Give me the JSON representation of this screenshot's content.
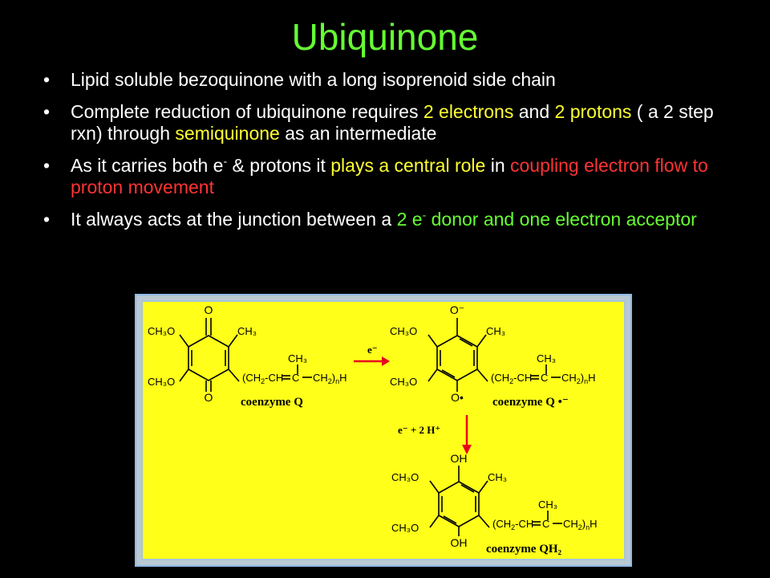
{
  "slide": {
    "title": "Ubiquinone",
    "bullets": [
      {
        "parts": [
          {
            "text": "Lipid soluble bezoquinone with a long isoprenoid side chain",
            "color": "white"
          }
        ]
      },
      {
        "parts": [
          {
            "text": "Complete reduction of ubiquinone requires ",
            "color": "white"
          },
          {
            "text": "2 electrons",
            "color": "yellow"
          },
          {
            "text": " and ",
            "color": "white"
          },
          {
            "text": "2 protons",
            "color": "yellow"
          },
          {
            "text": " ( a 2 step rxn) through ",
            "color": "white"
          },
          {
            "text": "semiquinone",
            "color": "yellow"
          },
          {
            "text": " as an intermediate",
            "color": "white"
          }
        ]
      },
      {
        "parts": [
          {
            "text": "As it carries both e",
            "color": "white"
          },
          {
            "text": "-",
            "color": "white",
            "sup": true
          },
          {
            "text": " & protons it ",
            "color": "white"
          },
          {
            "text": "plays a central role",
            "color": "yellow"
          },
          {
            "text": " in ",
            "color": "white"
          },
          {
            "text": "coupling electron flow to proton movement",
            "color": "red"
          }
        ]
      },
      {
        "parts": [
          {
            "text": "It always acts at the junction between a ",
            "color": "white"
          },
          {
            "text": "2 e",
            "color": "green"
          },
          {
            "text": "-",
            "color": "green",
            "sup": true
          },
          {
            "text": " donor and one electron acceptor",
            "color": "green"
          }
        ]
      }
    ]
  },
  "diagram": {
    "background": "#ffff1a",
    "arrow_color": "#e8001c",
    "mol_q": {
      "top_sub": "O",
      "bottom_sub": "O",
      "ome1": "CH₃O",
      "ome2": "CH₃O",
      "me": "CH₃",
      "chain_ch3": "CH₃",
      "chain_open": "(CH",
      "chain_mid": "-CH",
      "chain_c": "C",
      "chain_end": "CH",
      "chain_tail": "H",
      "sub2": "2",
      "sub_n": "n",
      "name": "coenzyme Q"
    },
    "mol_sq": {
      "top_sub": "O⁻",
      "bottom_sub": "O•",
      "ome1": "CH₃O",
      "ome2": "CH₃O",
      "me": "CH₃",
      "chain_ch3": "CH₃",
      "chain_open": "(CH",
      "chain_mid": "-CH",
      "chain_c": "C",
      "chain_end": "CH",
      "chain_tail": "H",
      "sub2": "2",
      "sub_n": "n",
      "name": "coenzyme Q •⁻"
    },
    "mol_qh2": {
      "top_sub": "OH",
      "bottom_sub": "OH",
      "ome1": "CH₃O",
      "ome2": "CH₃O",
      "me": "CH₃",
      "chain_ch3": "CH₃",
      "chain_open": "(CH",
      "chain_mid": "-CH",
      "chain_c": "C",
      "chain_end": "CH",
      "chain_tail": "H",
      "sub2": "2",
      "sub_n": "n",
      "name": "coenzyme QH₂"
    },
    "arrow1_label": "e⁻",
    "arrow2_label": "e⁻ + 2 H⁺"
  }
}
